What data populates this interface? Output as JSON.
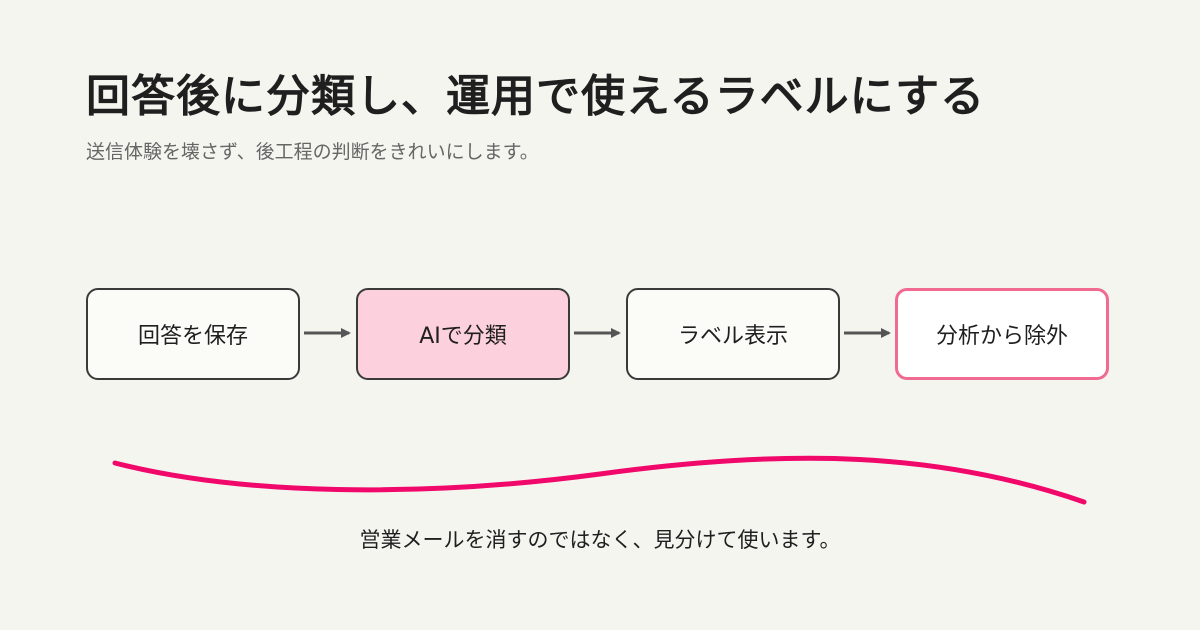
{
  "header": {
    "title": "回答後に分類し、運用で使えるラベルにする",
    "subtitle": "送信体験を壊さず、後工程の判断をきれいにします。"
  },
  "flow": {
    "steps": [
      {
        "label": "回答を保存"
      },
      {
        "label": "AIで分類"
      },
      {
        "label": "ラベル表示"
      },
      {
        "label": "分析から除外"
      }
    ]
  },
  "caption": "営業メールを消すのではなく、見分けて使います。",
  "colors": {
    "background": "#f5f5f0",
    "highlight_fill": "#fdd0dd",
    "accent_border": "#f06a92",
    "wave": "#f0086b",
    "arrow": "#555555"
  }
}
